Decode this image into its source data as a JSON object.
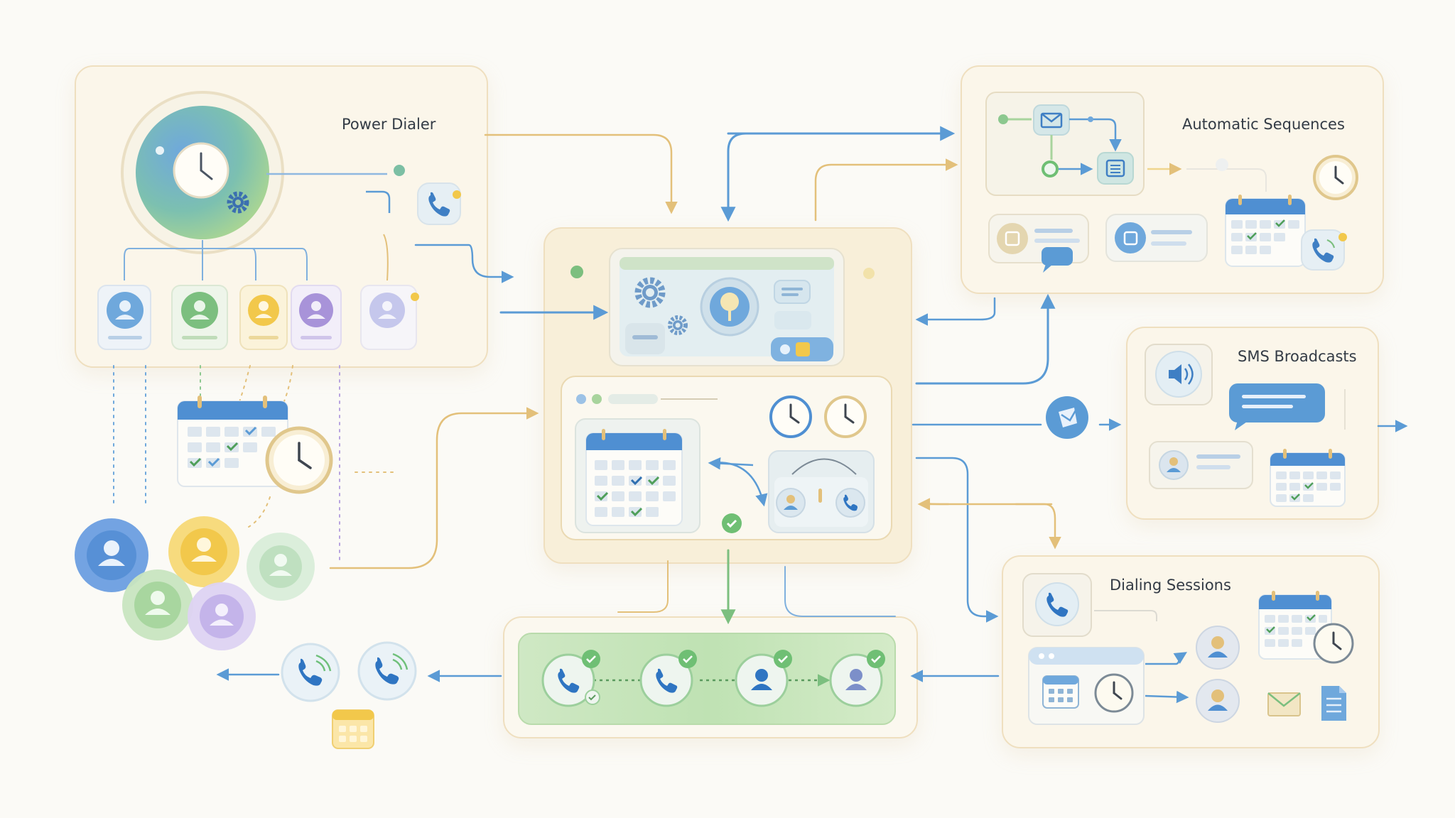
{
  "labels": {
    "power_dialer": "Power Dialer",
    "automatic_sequences": "Automatic Sequences",
    "sms_broadcasts": "SMS Broadcasts",
    "dialing_sessions": "Dialing Sessions"
  },
  "icons": [
    "clock-icon",
    "gear-icon",
    "phone-icon",
    "user-icon",
    "calendar-icon",
    "envelope-icon",
    "document-icon",
    "speaker-icon",
    "chat-bubble-icon",
    "check-icon"
  ],
  "colors": {
    "blue": "#5b9bd5",
    "green": "#8cc88f",
    "gold": "#e3c07a",
    "purple": "#b7a3df",
    "panel_border": "#efdfbf",
    "panel_fill": "#fbf6ea",
    "background": "#fbfaf6"
  }
}
